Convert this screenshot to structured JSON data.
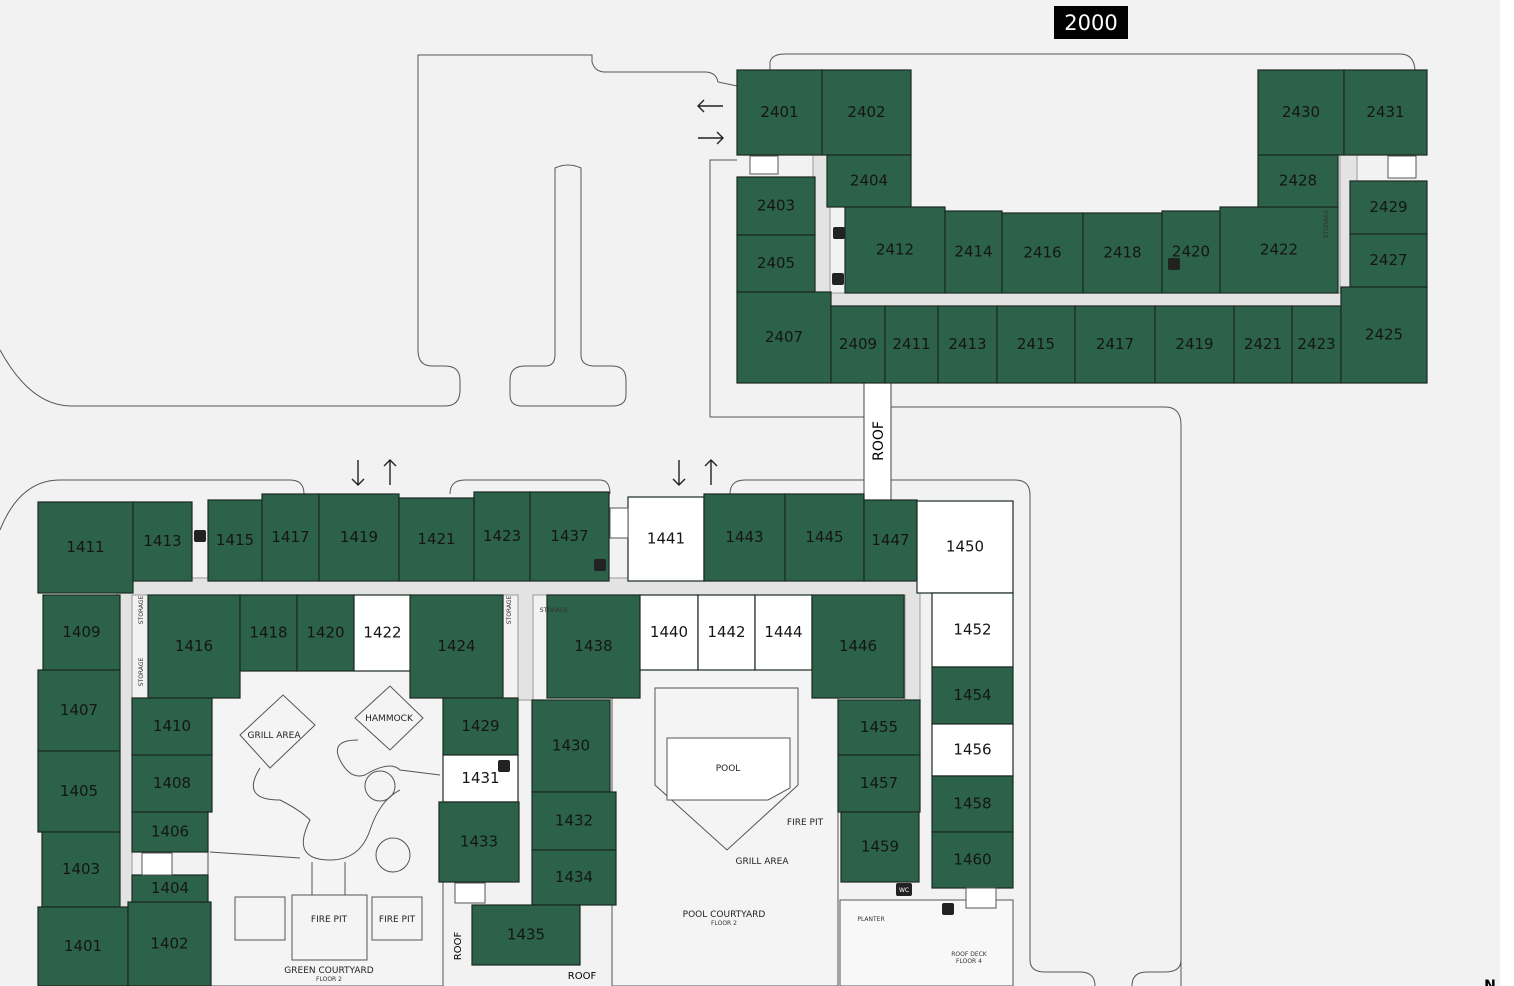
{
  "building_badge": "2000",
  "colors": {
    "occupied": "#2b6249",
    "available": "#ffffff",
    "corridor": "#e3e3e3",
    "ground": "#f2f2f2"
  },
  "units": [
    {
      "id": "2401",
      "status": "occupied"
    },
    {
      "id": "2402",
      "status": "occupied"
    },
    {
      "id": "2404",
      "status": "occupied"
    },
    {
      "id": "2403",
      "status": "occupied"
    },
    {
      "id": "2405",
      "status": "occupied"
    },
    {
      "id": "2412",
      "status": "occupied"
    },
    {
      "id": "2414",
      "status": "occupied"
    },
    {
      "id": "2416",
      "status": "occupied"
    },
    {
      "id": "2418",
      "status": "occupied"
    },
    {
      "id": "2420",
      "status": "occupied"
    },
    {
      "id": "2422",
      "status": "occupied"
    },
    {
      "id": "2430",
      "status": "occupied"
    },
    {
      "id": "2431",
      "status": "occupied"
    },
    {
      "id": "2428",
      "status": "occupied"
    },
    {
      "id": "2429",
      "status": "occupied"
    },
    {
      "id": "2427",
      "status": "occupied"
    },
    {
      "id": "2407",
      "status": "occupied"
    },
    {
      "id": "2409",
      "status": "occupied"
    },
    {
      "id": "2411",
      "status": "occupied"
    },
    {
      "id": "2413",
      "status": "occupied"
    },
    {
      "id": "2415",
      "status": "occupied"
    },
    {
      "id": "2417",
      "status": "occupied"
    },
    {
      "id": "2419",
      "status": "occupied"
    },
    {
      "id": "2421",
      "status": "occupied"
    },
    {
      "id": "2423",
      "status": "occupied"
    },
    {
      "id": "2425",
      "status": "occupied"
    },
    {
      "id": "1411",
      "status": "occupied"
    },
    {
      "id": "1413",
      "status": "occupied"
    },
    {
      "id": "1415",
      "status": "occupied"
    },
    {
      "id": "1417",
      "status": "occupied"
    },
    {
      "id": "1419",
      "status": "occupied"
    },
    {
      "id": "1421",
      "status": "occupied"
    },
    {
      "id": "1423",
      "status": "occupied"
    },
    {
      "id": "1437",
      "status": "occupied"
    },
    {
      "id": "1441",
      "status": "available"
    },
    {
      "id": "1443",
      "status": "occupied"
    },
    {
      "id": "1445",
      "status": "occupied"
    },
    {
      "id": "1447",
      "status": "occupied"
    },
    {
      "id": "1450",
      "status": "available"
    },
    {
      "id": "1409",
      "status": "occupied"
    },
    {
      "id": "1407",
      "status": "occupied"
    },
    {
      "id": "1405",
      "status": "occupied"
    },
    {
      "id": "1403",
      "status": "occupied"
    },
    {
      "id": "1401",
      "status": "occupied"
    },
    {
      "id": "1402",
      "status": "occupied"
    },
    {
      "id": "1404",
      "status": "occupied"
    },
    {
      "id": "1406",
      "status": "occupied"
    },
    {
      "id": "1408",
      "status": "occupied"
    },
    {
      "id": "1410",
      "status": "occupied"
    },
    {
      "id": "1416",
      "status": "occupied"
    },
    {
      "id": "1418",
      "status": "occupied"
    },
    {
      "id": "1420",
      "status": "occupied"
    },
    {
      "id": "1422",
      "status": "available"
    },
    {
      "id": "1424",
      "status": "occupied"
    },
    {
      "id": "1429",
      "status": "occupied"
    },
    {
      "id": "1431",
      "status": "available"
    },
    {
      "id": "1433",
      "status": "occupied"
    },
    {
      "id": "1430",
      "status": "occupied"
    },
    {
      "id": "1432",
      "status": "occupied"
    },
    {
      "id": "1434",
      "status": "occupied"
    },
    {
      "id": "1435",
      "status": "occupied"
    },
    {
      "id": "1438",
      "status": "occupied"
    },
    {
      "id": "1440",
      "status": "available"
    },
    {
      "id": "1442",
      "status": "available"
    },
    {
      "id": "1444",
      "status": "available"
    },
    {
      "id": "1446",
      "status": "occupied"
    },
    {
      "id": "1455",
      "status": "occupied"
    },
    {
      "id": "1457",
      "status": "occupied"
    },
    {
      "id": "1459",
      "status": "occupied"
    },
    {
      "id": "1452",
      "status": "available"
    },
    {
      "id": "1454",
      "status": "occupied"
    },
    {
      "id": "1456",
      "status": "available"
    },
    {
      "id": "1458",
      "status": "occupied"
    },
    {
      "id": "1460",
      "status": "occupied"
    }
  ],
  "labels": {
    "roof": "ROOF",
    "storage": "STORAGE",
    "grill_area": "GRILL AREA",
    "hammock": "HAMMOCK",
    "fire_pit": "FIRE PIT",
    "green_courtyard": "GREEN COURTYARD",
    "floor_2": "FLOOR 2",
    "pool": "POOL",
    "pool_courtyard": "POOL COURTYARD",
    "planter": "PLANTER",
    "roof_deck": "ROOF DECK",
    "floor_4": "FLOOR 4",
    "wc": "WC",
    "compass_n": "N"
  }
}
